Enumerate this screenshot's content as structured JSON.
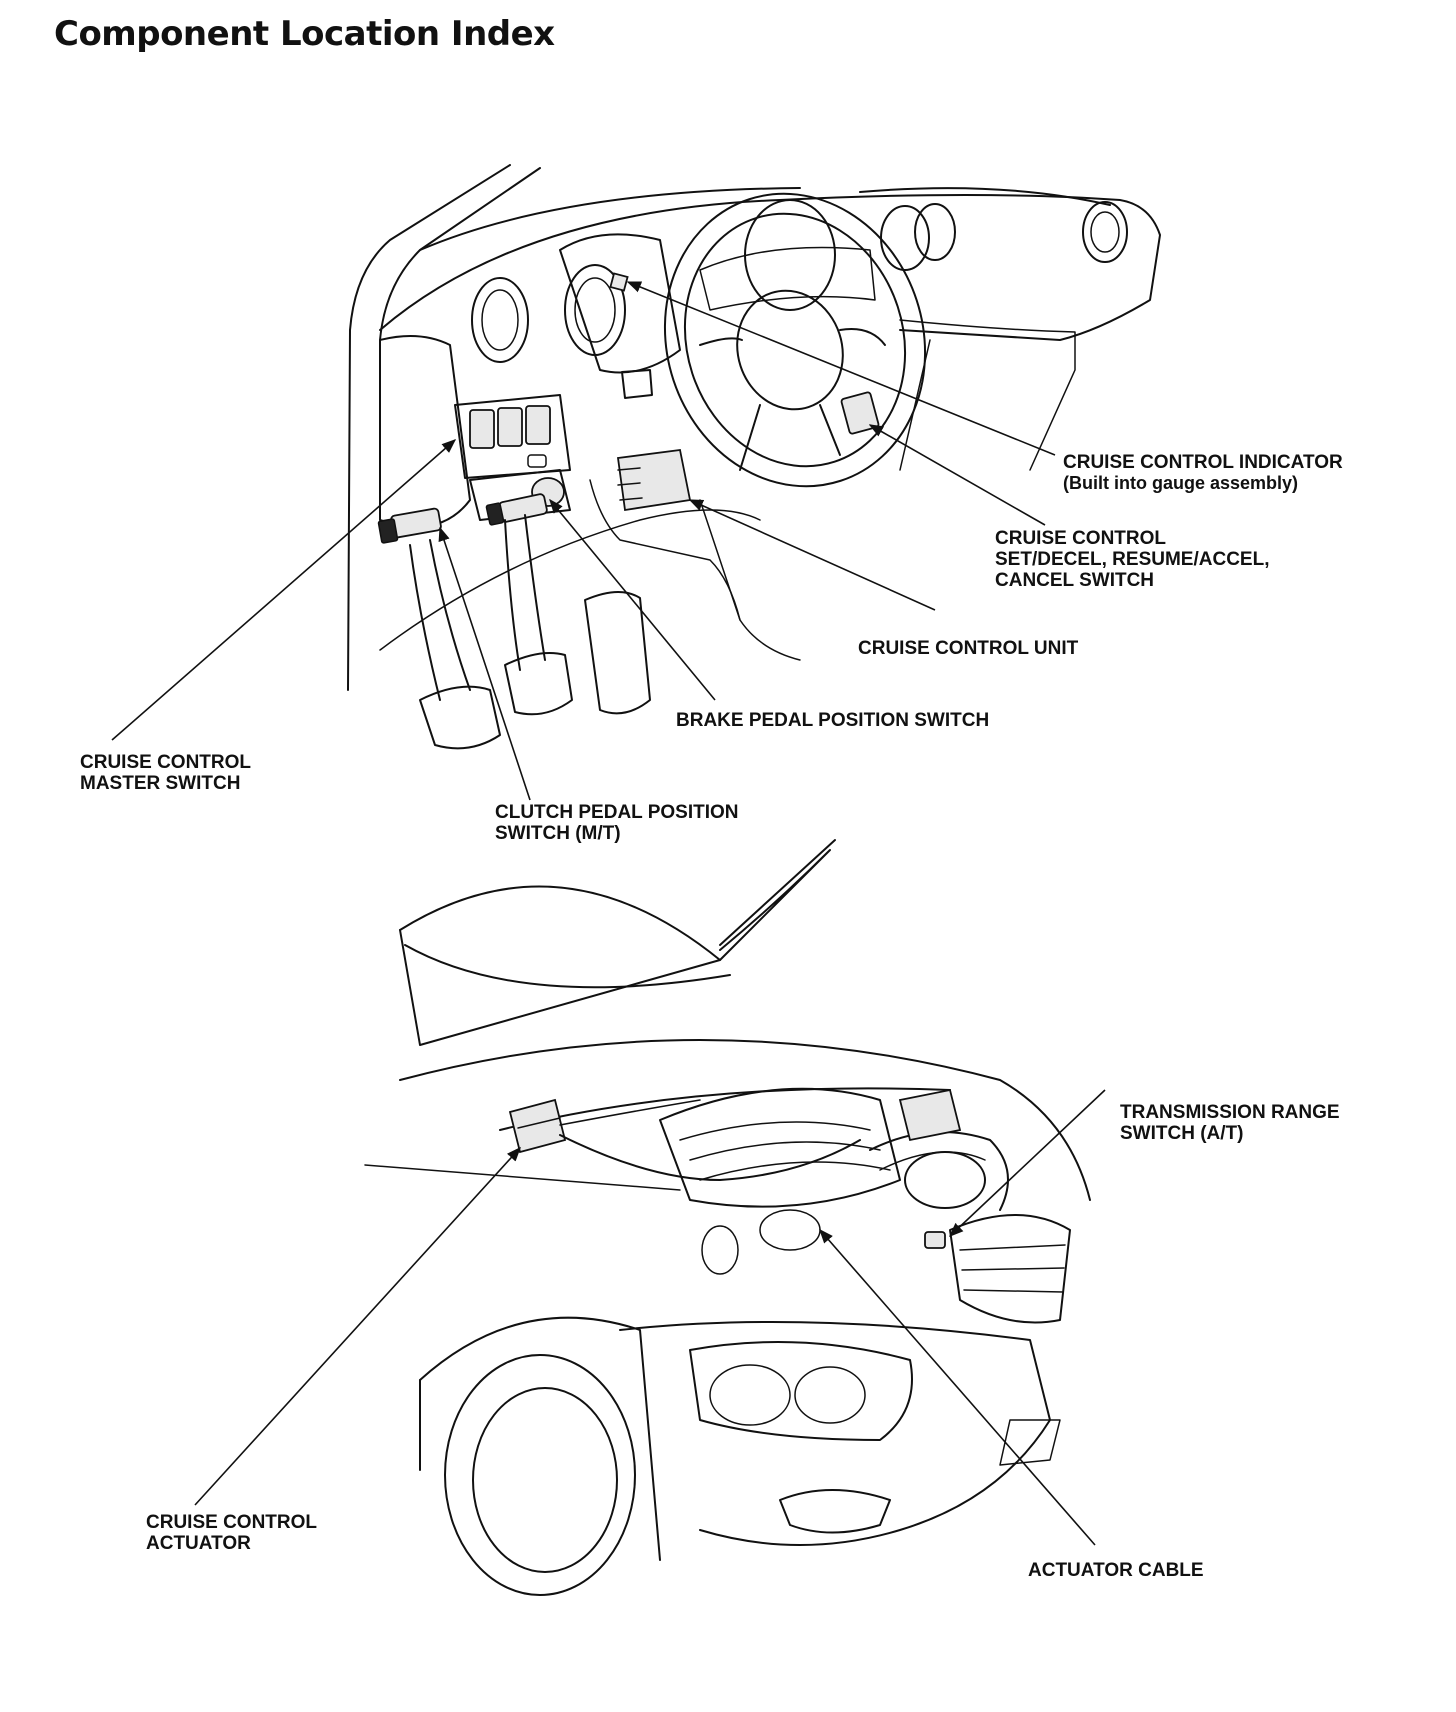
{
  "page": {
    "title": "Component Location Index"
  },
  "interior_diagram": {
    "labels": {
      "indicator": [
        "CRUISE CONTROL INDICATOR",
        "(Built into gauge assembly)"
      ],
      "set_switch": [
        "CRUISE CONTROL",
        "SET/DECEL, RESUME/ACCEL,",
        "CANCEL SWITCH"
      ],
      "control_unit": [
        "CRUISE CONTROL UNIT"
      ],
      "brake_switch": [
        "BRAKE PEDAL POSITION SWITCH"
      ],
      "master_switch": [
        "CRUISE CONTROL",
        "MASTER SWITCH"
      ],
      "clutch_switch": [
        "CLUTCH PEDAL POSITION",
        "SWITCH (M/T)"
      ]
    }
  },
  "engine_diagram": {
    "labels": {
      "range_switch": [
        "TRANSMISSION RANGE",
        "SWITCH (A/T)"
      ],
      "actuator": [
        "CRUISE CONTROL",
        "ACTUATOR"
      ],
      "actuator_cable": [
        "ACTUATOR CABLE"
      ]
    }
  }
}
